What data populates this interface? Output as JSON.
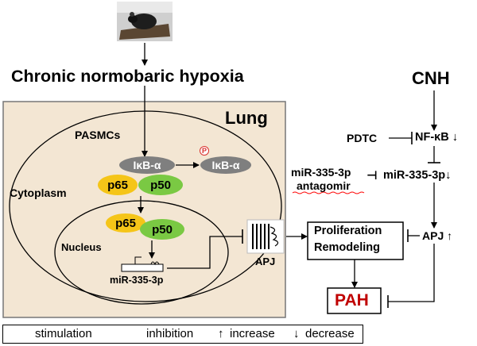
{
  "title": "Chronic normobaric hypoxia",
  "lung_label": "Lung",
  "pasmcs_label": "PASMCs",
  "cytoplasm_label": "Cytoplasm",
  "nucleus_label": "Nucleus",
  "ikba_label": "IκB-α",
  "ikba_phos_label": "IκB-α",
  "phospho_label": "P",
  "p65_label": "p65",
  "p50_label": "p50",
  "mir_gene_label": "miR-335-3p",
  "apj_label": "APJ",
  "outcome": {
    "line1": "Proliferation",
    "line2": "Remodeling"
  },
  "pah_label": "PAH",
  "pathway": {
    "cnh": "CNH",
    "pdtc": "PDTC",
    "nfkb": "NF-κB",
    "antagomir_line1": "miR-335-3p",
    "antagomir_line2": "antagomir",
    "mir": "miR-335-3p",
    "apj": "APJ",
    "down": "↓",
    "up": "↑"
  },
  "legend": {
    "stimulation": "stimulation",
    "inhibition": "inhibition",
    "increase": "increase",
    "decrease": "decrease",
    "up_arrow": "↑",
    "down_arrow": "↓"
  },
  "colors": {
    "lung_bg": "#f3e6d3",
    "ikba_oval": "#7f7f7f",
    "p65": "#f5c518",
    "p50": "#7ac943",
    "pah_text": "#c00000",
    "antagomir_underline": "#ff0000",
    "phospho": "#d9302c"
  }
}
